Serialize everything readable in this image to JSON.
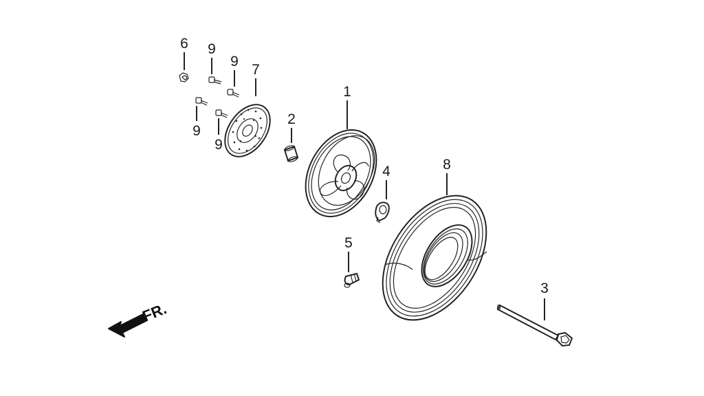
{
  "callouts": {
    "c1": "1",
    "c2": "2",
    "c3": "3",
    "c4": "4",
    "c5": "5",
    "c6": "6",
    "c7": "7",
    "c8": "8",
    "c9a": "9",
    "c9b": "9",
    "c9c": "9",
    "c9d": "9"
  },
  "direction": {
    "label": "FR."
  },
  "icons": {
    "direction_arrow": "arrow-left-down-icon"
  }
}
